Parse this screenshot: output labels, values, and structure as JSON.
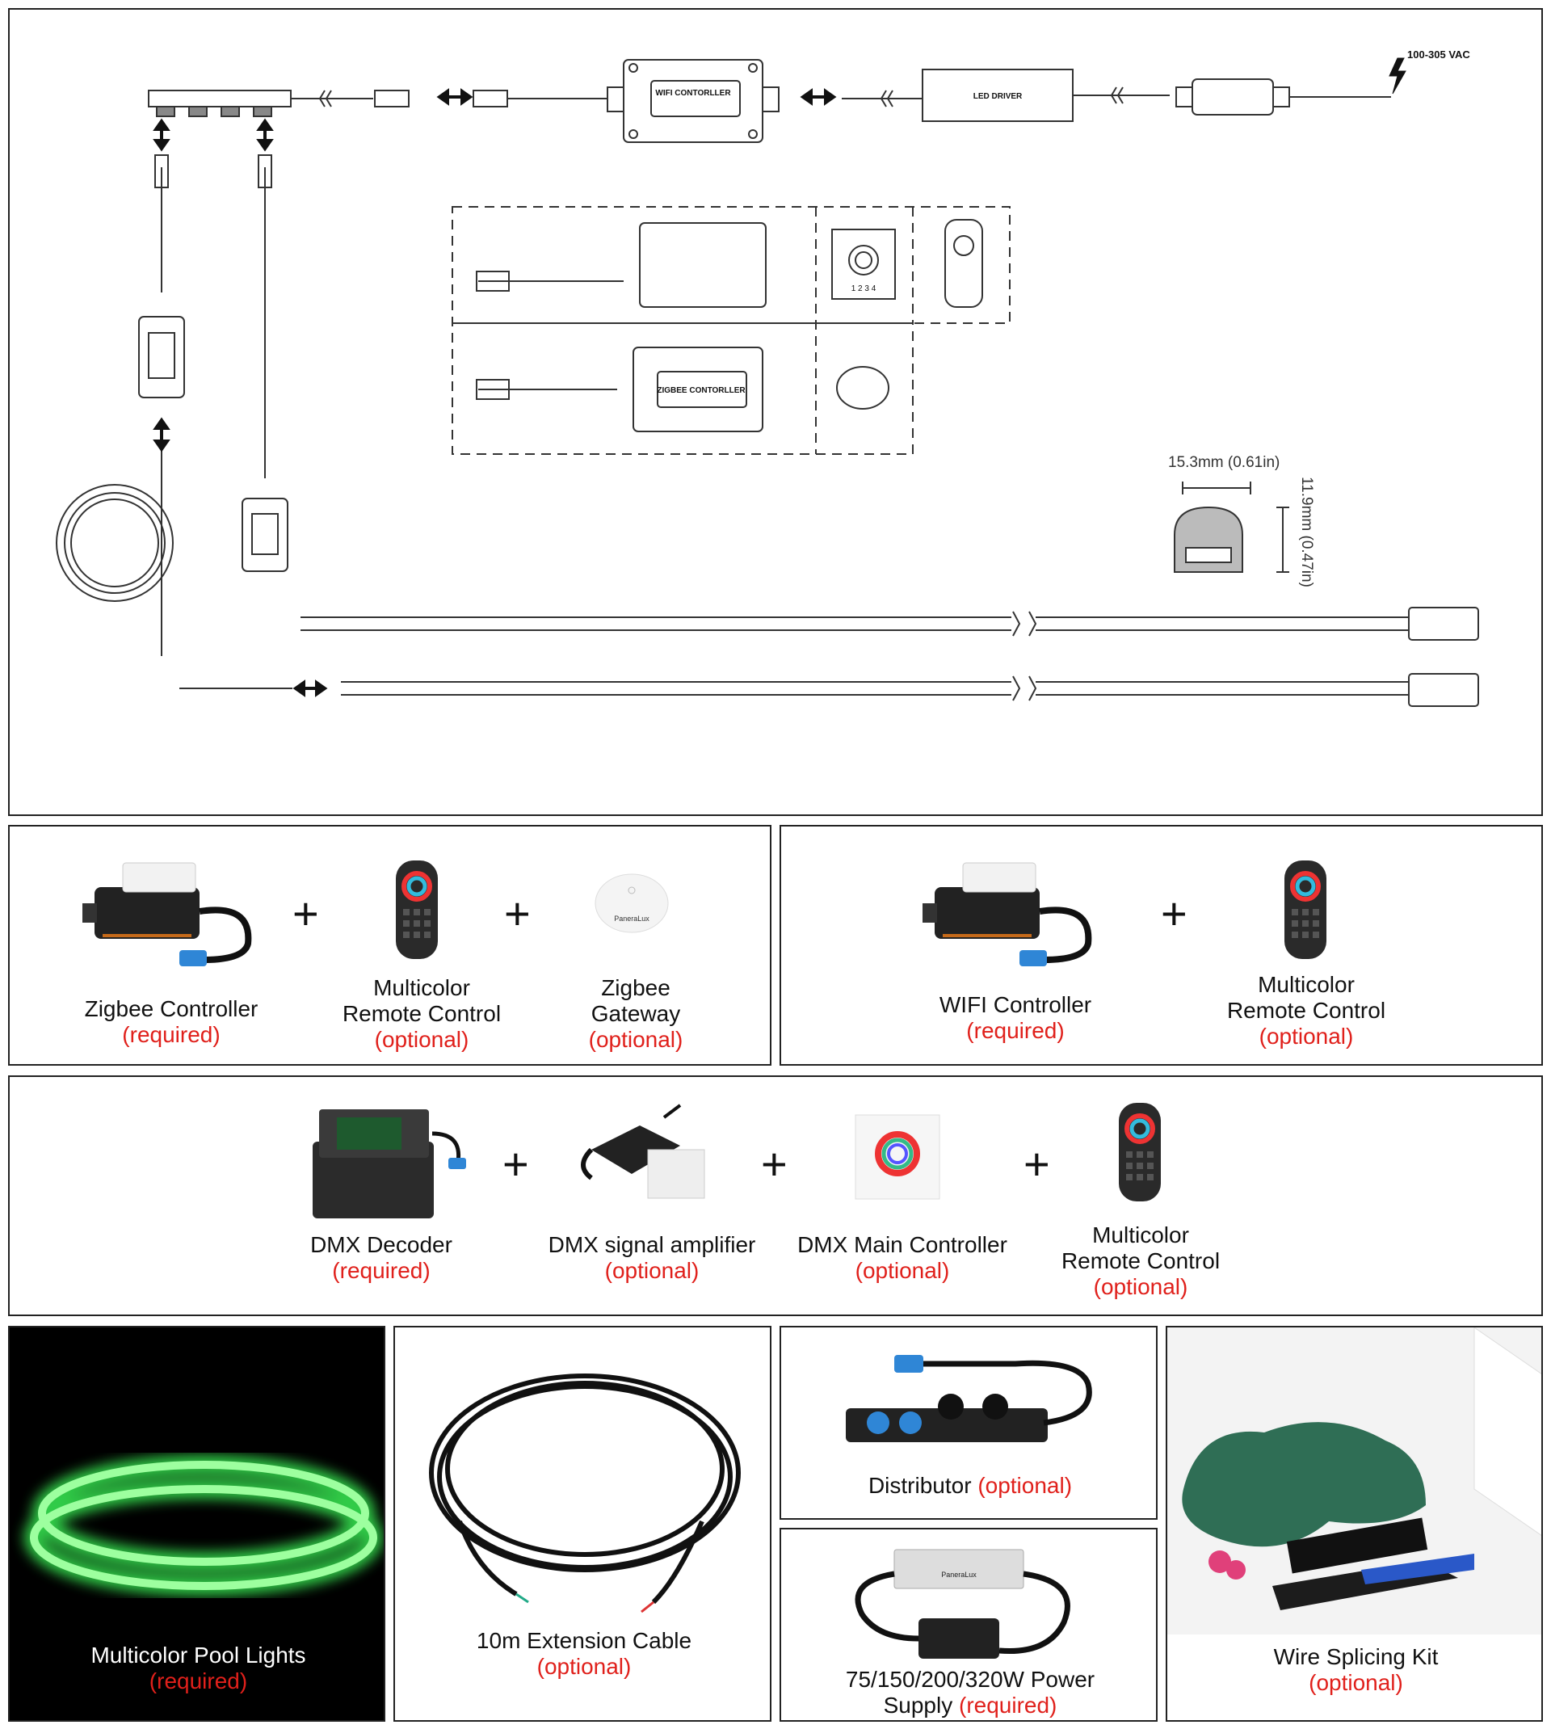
{
  "diagram": {
    "voltage": "100-305 VAC",
    "wifi_controller_label": "WIFI CONTORLLER",
    "led_driver_label": "LED DRIVER",
    "zigbee_controller_label": "ZIGBEE CONTORLLER",
    "panel_numbers": "1  2  3  4",
    "width_dim": "15.3mm (0.61in)",
    "height_dim": "11.9mm (0.47in)"
  },
  "kit_zigbee": {
    "items": [
      {
        "name": "Zigbee Controller",
        "status": "(required)"
      },
      {
        "name_line1": "Multicolor",
        "name_line2": "Remote Control",
        "status": "(optional)"
      },
      {
        "name_line1": "Zigbee",
        "name_line2": "Gateway",
        "status": "(optional)"
      }
    ],
    "gateway_brand": "PaneraLux"
  },
  "kit_wifi": {
    "items": [
      {
        "name": "WIFI Controller",
        "status": "(required)"
      },
      {
        "name_line1": "Multicolor",
        "name_line2": "Remote Control",
        "status": "(optional)"
      }
    ]
  },
  "kit_dmx": {
    "items": [
      {
        "name": "DMX Decoder",
        "status": "(required)"
      },
      {
        "name": "DMX signal amplifier",
        "status": "(optional)"
      },
      {
        "name": "DMX Main Controller",
        "status": "(optional)"
      },
      {
        "name_line1": "Multicolor",
        "name_line2": "Remote Control",
        "status": "(optional)"
      }
    ]
  },
  "accessories": {
    "pool_lights": {
      "name": "Multicolor Pool Lights",
      "status": "(required)",
      "glow_color": "#3dff5a"
    },
    "extension_cable": {
      "name": "10m Extension Cable",
      "status": "(optional)"
    },
    "distributor": {
      "name": "Distributor",
      "status": "(optional)"
    },
    "power_supply": {
      "name_line1": "75/150/200/320W Power",
      "name_line2": "Supply",
      "status": "(required)",
      "brand": "PaneraLux"
    },
    "splicing_kit": {
      "name": "Wire Splicing Kit",
      "status": "(optional)"
    }
  },
  "colors": {
    "required": "#e0201b",
    "border": "#222222",
    "accent_blue": "#2f86d6"
  }
}
